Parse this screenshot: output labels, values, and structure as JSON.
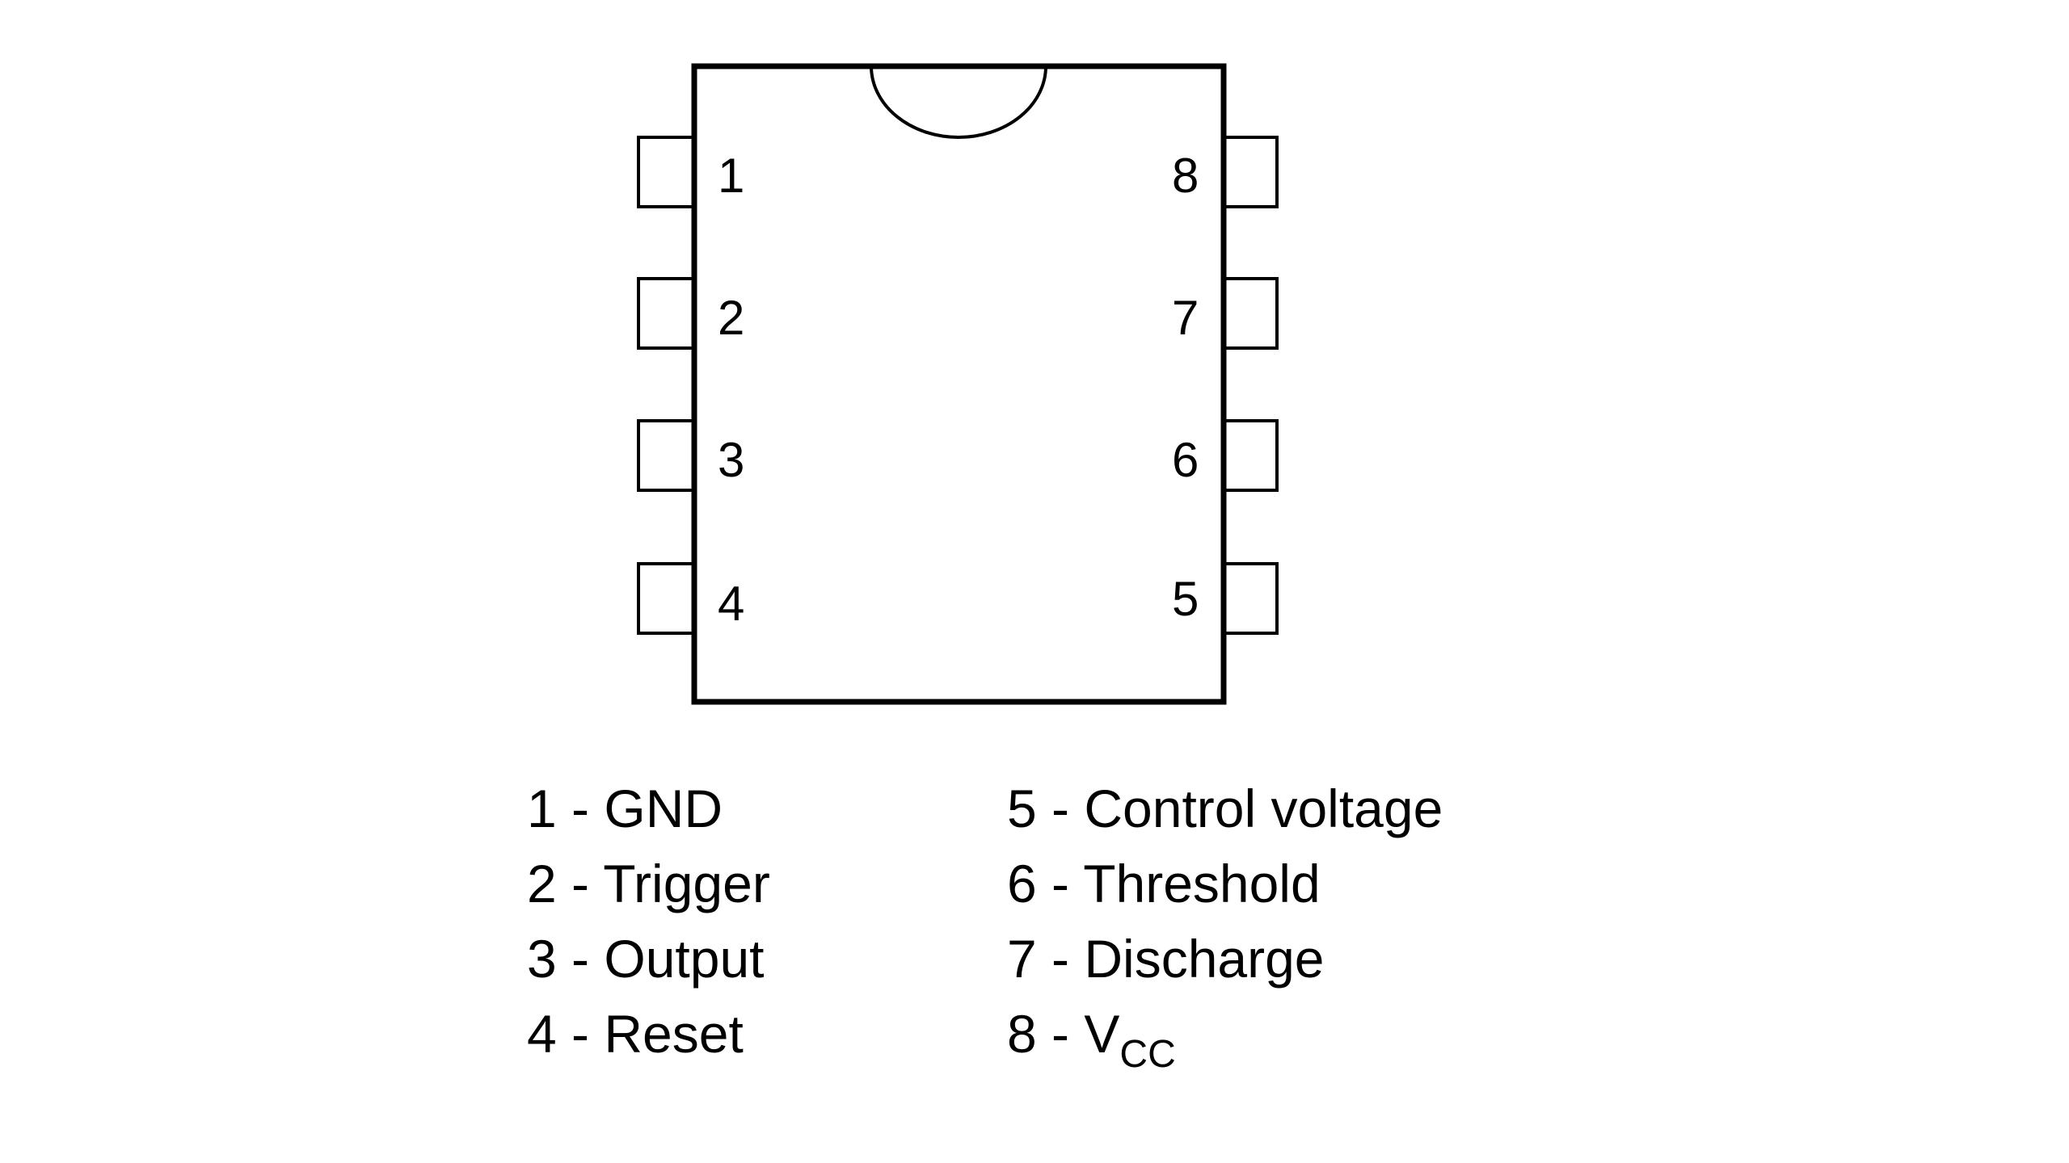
{
  "package": {
    "type": "DIP-8",
    "pins_left": [
      {
        "number": "1"
      },
      {
        "number": "2"
      },
      {
        "number": "3"
      },
      {
        "number": "4"
      }
    ],
    "pins_right": [
      {
        "number": "8"
      },
      {
        "number": "7"
      },
      {
        "number": "6"
      },
      {
        "number": "5"
      }
    ]
  },
  "legend": {
    "left": [
      {
        "num": "1",
        "sep": " - ",
        "name": "GND"
      },
      {
        "num": "2",
        "sep": " - ",
        "name": "Trigger"
      },
      {
        "num": "3",
        "sep": " - ",
        "name": "Output"
      },
      {
        "num": "4",
        "sep": " - ",
        "name": "Reset"
      }
    ],
    "right": [
      {
        "num": "5",
        "sep": " - ",
        "name": "Control voltage"
      },
      {
        "num": "6",
        "sep": " - ",
        "name": "Threshold"
      },
      {
        "num": "7",
        "sep": " - ",
        "name": "Discharge"
      },
      {
        "num": "8",
        "sep": " - ",
        "name": "V",
        "subscript": "CC"
      }
    ]
  }
}
